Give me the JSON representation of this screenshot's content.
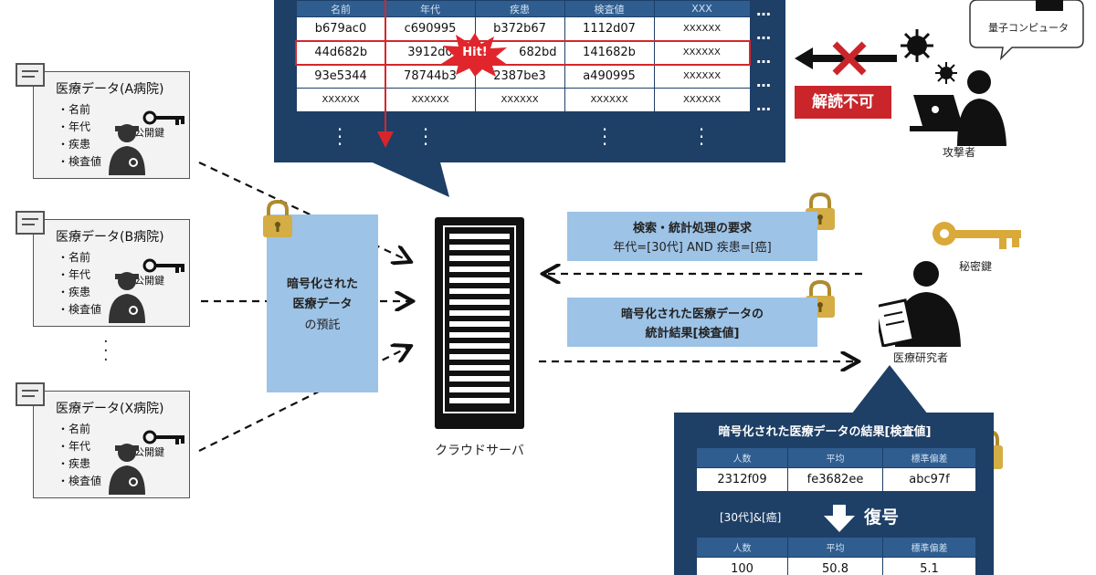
{
  "colors": {
    "navy": "#1e3f66",
    "header_blue": "#2f5d8f",
    "light_blue": "#9dc3e6",
    "alert_red": "#c9252b",
    "key_gold": "#d9a93a",
    "lock_gold": "#c9a13a"
  },
  "top_table": {
    "headers": [
      "名前",
      "年代",
      "疾患",
      "検査値",
      "XXX"
    ],
    "rows": [
      [
        "b679ac0",
        "c690995",
        "b372b67",
        "1112d07",
        "XXXXXX"
      ],
      [
        "44d682b",
        "3912d0",
        "682bd",
        "141682b",
        "XXXXXX"
      ],
      [
        "93e5344",
        "78744b3",
        "2387be3",
        "a490995",
        "XXXXXX"
      ],
      [
        "XXXXXX",
        "XXXXXX",
        "XXXXXX",
        "XXXXXX",
        "XXXXXX"
      ]
    ],
    "row_ellipsis": "…",
    "hit_label": "Hit!"
  },
  "hospitals": [
    {
      "title": "医療データ(A病院)",
      "items": [
        "・名前",
        "・年代",
        "・疾患",
        "・検査値"
      ],
      "key_label": "公開鍵"
    },
    {
      "title": "医療データ(B病院)",
      "items": [
        "・名前",
        "・年代",
        "・疾患",
        "・検査値"
      ],
      "key_label": "公開鍵"
    },
    {
      "title": "医療データ(X病院)",
      "items": [
        "・名前",
        "・年代",
        "・疾患",
        "・検査値"
      ],
      "key_label": "公開鍵"
    }
  ],
  "consignment": {
    "line1": "暗号化された",
    "line2": "医療データ",
    "line3": "の預託"
  },
  "server": {
    "label": "クラウドサーバ"
  },
  "request": {
    "title": "検索・統計処理の要求",
    "query": "年代=[30代] AND 疾患=[癌]"
  },
  "response": {
    "line1": "暗号化された医療データの",
    "line2": "統計結果[検査値]"
  },
  "attacker": {
    "label": "攻撃者",
    "decrypt_fail": "解読不可",
    "qc_label": "量子コンピュータ"
  },
  "researcher": {
    "label": "医療研究者",
    "secret_key_label": "秘密鍵"
  },
  "result": {
    "title": "暗号化された医療データの結果[検査値]",
    "headers": [
      "人数",
      "平均",
      "標準偏差"
    ],
    "encrypted_row": [
      "2312f09",
      "fe3682ee",
      "abc97f"
    ],
    "condition": "[30代]&[癌]",
    "decrypt_label": "復号",
    "decrypted_headers": [
      "人数",
      "平均",
      "標準偏差"
    ],
    "decrypted_row": [
      "100",
      "50.8",
      "5.1"
    ]
  }
}
